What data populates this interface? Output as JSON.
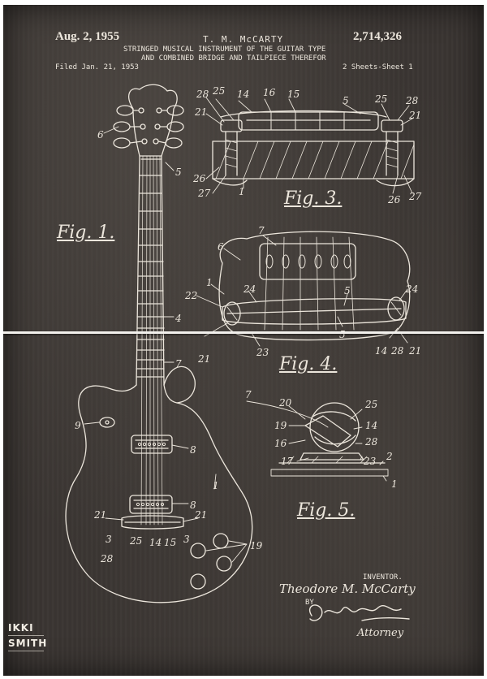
{
  "header": {
    "date": "Aug. 2, 1955",
    "inventor": "T. M. McCARTY",
    "patent_number": "2,714,326",
    "title_line1": "STRINGED MUSICAL INSTRUMENT OF THE GUITAR TYPE",
    "title_line2": "AND COMBINED BRIDGE AND TAILPIECE THEREFOR",
    "filed": "Filed Jan. 21, 1953",
    "sheets": "2 Sheets-Sheet 1"
  },
  "figures": {
    "fig1": "Fig. 1.",
    "fig3": "Fig. 3.",
    "fig4": "Fig. 4.",
    "fig5": "Fig. 5."
  },
  "signature": {
    "inventor_label": "INVENTOR.",
    "inventor_name": "Theodore M. McCarty",
    "by": "BY",
    "attorney": "Attorney"
  },
  "logo": {
    "line1": "IKKI",
    "line2": "SMITH"
  },
  "labels": {
    "fig1": [
      "6",
      "5",
      "4",
      "7",
      "9",
      "8",
      "8",
      "1",
      "21",
      "21",
      "3",
      "3",
      "28",
      "25",
      "14",
      "15",
      "19"
    ],
    "fig3": [
      "28",
      "25",
      "14",
      "16",
      "15",
      "5",
      "25",
      "28",
      "21",
      "21",
      "26",
      "27",
      "1",
      "26",
      "27"
    ],
    "fig4": [
      "7",
      "6",
      "1",
      "22",
      "24",
      "24",
      "5",
      "21",
      "23",
      "5",
      "14",
      "28",
      "21"
    ],
    "fig5": [
      "7",
      "20",
      "25",
      "19",
      "14",
      "16",
      "28",
      "17",
      "23",
      "2",
      "1"
    ]
  },
  "colors": {
    "background": "#3a3532",
    "ink": "#ece6dc"
  }
}
